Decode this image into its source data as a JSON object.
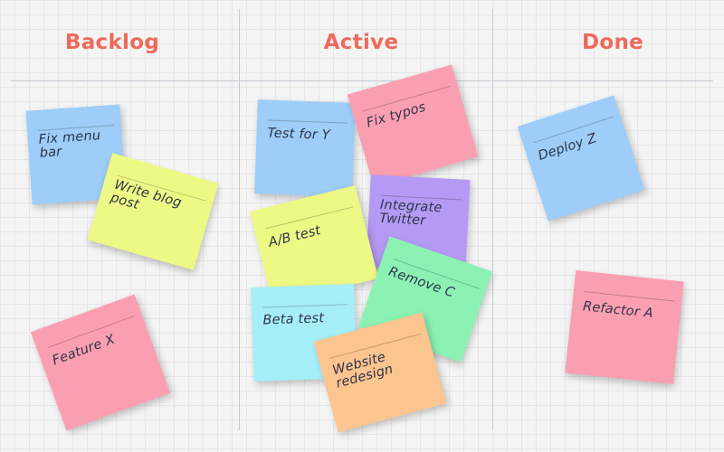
{
  "colors": {
    "heading": "#ee6a5c",
    "blue": "#9dcdf8",
    "yellow": "#eef985",
    "pink": "#fa9fb1",
    "purple": "#b59af5",
    "green": "#8cf2b4",
    "cyan": "#a6eef8",
    "orange": "#fcc48f"
  },
  "columns": [
    {
      "title": "Backlog"
    },
    {
      "title": "Active"
    },
    {
      "title": "Done"
    }
  ],
  "notes": {
    "fix_menu_bar": {
      "text": "Fix menu\nbar",
      "color": "blue"
    },
    "write_blog_post": {
      "text": "Write blog\npost",
      "color": "yellow"
    },
    "feature_x": {
      "text": "Feature X",
      "color": "pink"
    },
    "test_for_y": {
      "text": "Test for Y",
      "color": "blue"
    },
    "fix_typos": {
      "text": "Fix typos",
      "color": "pink"
    },
    "integrate_twitter": {
      "text": "Integrate\nTwitter",
      "color": "purple"
    },
    "ab_test": {
      "text": "A/B test",
      "color": "yellow"
    },
    "remove_c": {
      "text": "Remove C",
      "color": "green"
    },
    "beta_test": {
      "text": "Beta test",
      "color": "cyan"
    },
    "website_redesign": {
      "text": "Website\nredesign",
      "color": "orange"
    },
    "deploy_z": {
      "text": "Deploy Z",
      "color": "blue"
    },
    "refactor_a": {
      "text": "Refactor A",
      "color": "pink"
    }
  }
}
